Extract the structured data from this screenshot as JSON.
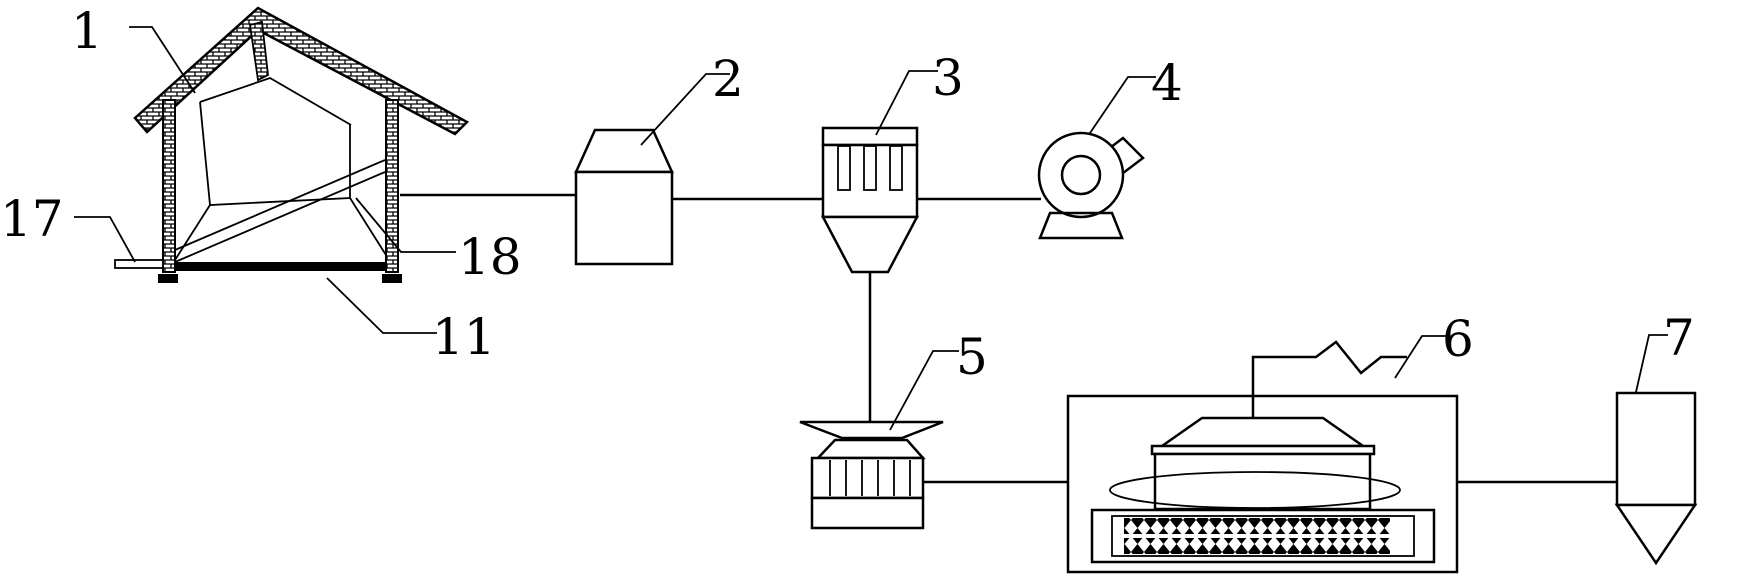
{
  "labels": {
    "l1": "1",
    "l2": "2",
    "l3": "3",
    "l4": "4",
    "l5": "5",
    "l6": "6",
    "l7": "7",
    "l11": "11",
    "l17": "17",
    "l18": "18"
  }
}
